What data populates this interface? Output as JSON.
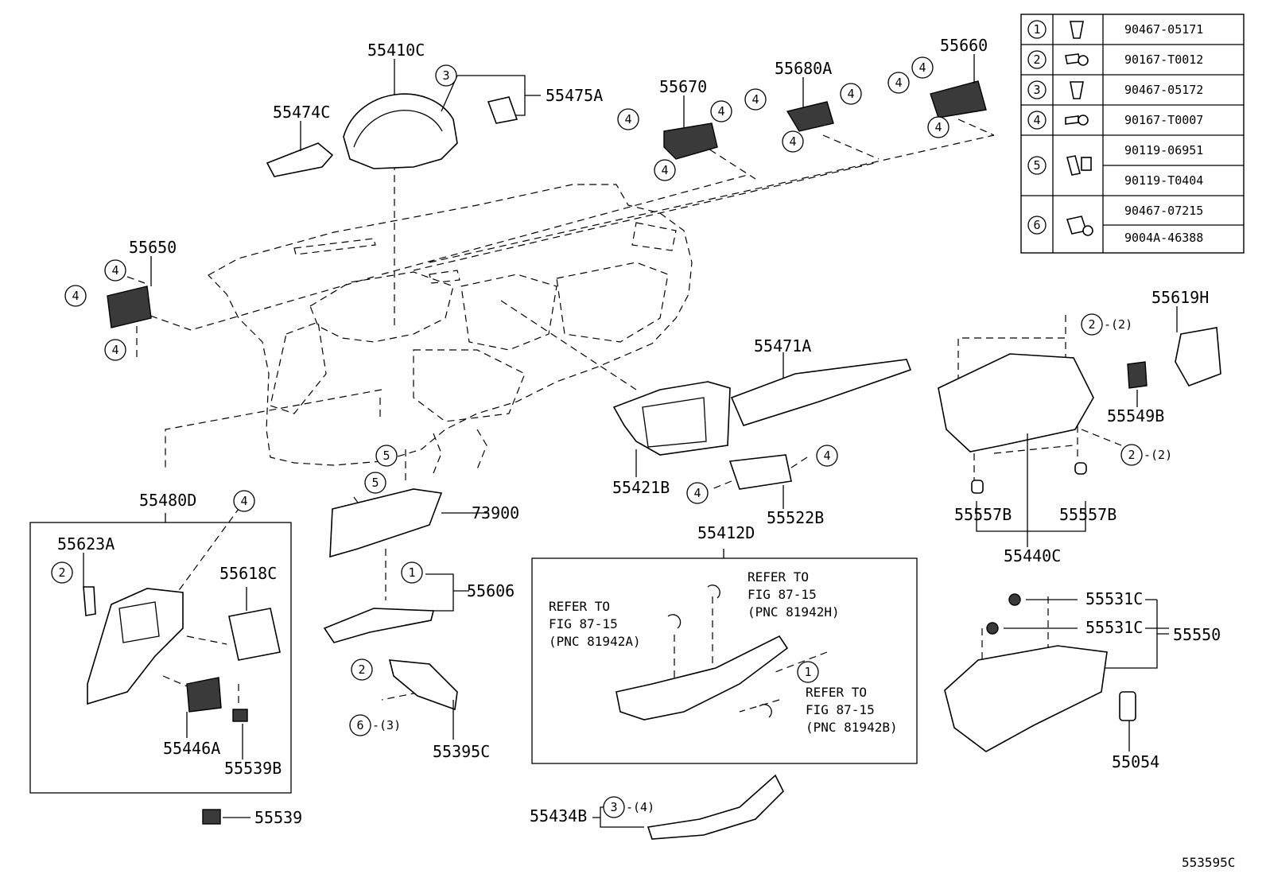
{
  "parts": {
    "p55410C": "55410C",
    "p55474C": "55474C",
    "p55475A": "55475A",
    "p55670": "55670",
    "p55680A": "55680A",
    "p55660": "55660",
    "p55650": "55650",
    "p55471A": "55471A",
    "p55619H": "55619H",
    "p55549B": "55549B",
    "p55421B": "55421B",
    "p55522B": "55522B",
    "p55557B_l": "55557B",
    "p55557B_r": "55557B",
    "p55440C": "55440C",
    "p55480D": "55480D",
    "p55623A": "55623A",
    "p55618C": "55618C",
    "p55446A": "55446A",
    "p55539B": "55539B",
    "p55539": "55539",
    "p73900": "73900",
    "p55606": "55606",
    "p55395C": "55395C",
    "p55412D": "55412D",
    "p55531C_a": "55531C",
    "p55531C_b": "55531C",
    "p55550": "55550",
    "p55054": "55054",
    "p55434B": "55434B"
  },
  "refs": {
    "a": {
      "l1": "REFER TO",
      "l2": "FIG 87-15",
      "l3": "(PNC 81942A)"
    },
    "h": {
      "l1": "REFER TO",
      "l2": "FIG 87-15",
      "l3": "(PNC 81942H)"
    },
    "b": {
      "l1": "REFER TO",
      "l2": "FIG 87-15",
      "l3": "(PNC 81942B)"
    }
  },
  "qty": {
    "q2a": "-(2)",
    "q2b": "-(2)",
    "q6": "-(3)",
    "q3": "-(4)"
  },
  "callouts": [
    "1",
    "2",
    "3",
    "4",
    "5",
    "6"
  ],
  "fastener_table": [
    {
      "key": "1",
      "parts": [
        "90467-05171"
      ]
    },
    {
      "key": "2",
      "parts": [
        "90167-T0012"
      ]
    },
    {
      "key": "3",
      "parts": [
        "90467-05172"
      ]
    },
    {
      "key": "4",
      "parts": [
        "90167-T0007"
      ]
    },
    {
      "key": "5",
      "parts": [
        "90119-06951",
        "90119-T0404"
      ]
    },
    {
      "key": "6",
      "parts": [
        "90467-07215",
        "9004A-46388"
      ]
    }
  ],
  "figure_id": "553595C"
}
